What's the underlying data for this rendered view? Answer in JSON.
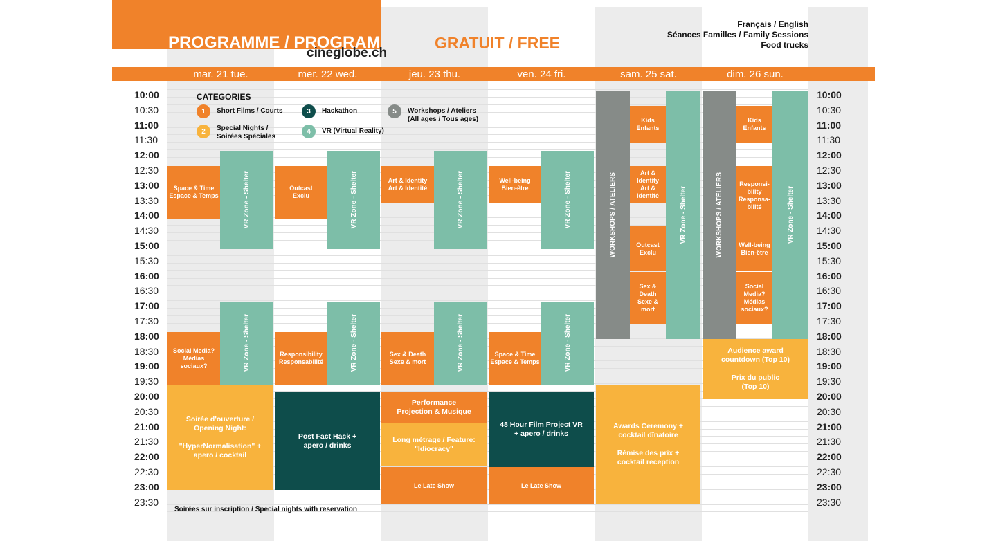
{
  "header": {
    "title": "PROGRAMME / PROGRAM",
    "website": "cineglobe.ch",
    "free": "GRATUIT / FREE",
    "info": [
      "Français / English",
      "Séances Familles / Family Sessions",
      "Food trucks"
    ]
  },
  "days": [
    "mar. 21 tue.",
    "mer. 22 wed.",
    "jeu. 23 thu.",
    "ven. 24 fri.",
    "sam. 25 sat.",
    "dim. 26 sun."
  ],
  "times": [
    "10:00",
    "10:30",
    "11:00",
    "11:30",
    "12:00",
    "12:30",
    "13:00",
    "13:30",
    "14:00",
    "14:30",
    "15:00",
    "15:30",
    "16:00",
    "16:30",
    "17:00",
    "17:30",
    "18:00",
    "18:30",
    "19:00",
    "19:30",
    "20:00",
    "20:30",
    "21:00",
    "21:30",
    "22:00",
    "22:30",
    "23:00",
    "23:30"
  ],
  "categories": {
    "title": "CATEGORIES",
    "items": [
      {
        "num": "1",
        "label": "Short Films / Courts",
        "color": "#f0822a"
      },
      {
        "num": "2",
        "label": "Special Nights /\nSoirées Spéciales",
        "color": "#f8b33d"
      },
      {
        "num": "3",
        "label": "Hackathon",
        "color": "#0e4d4b"
      },
      {
        "num": "4",
        "label": "VR (Virtual Reality)",
        "color": "#7dbea8"
      },
      {
        "num": "5",
        "label": "Workshops / Ateliers\n(All ages / Tous ages)",
        "color": "#868b88"
      }
    ]
  },
  "events": {
    "tue": {
      "short1": "Space & Time\nEspace & Temps",
      "vr1": "VR Zone - Shelter",
      "short2": "Social Media?\nMédias sociaux?",
      "vr2": "VR Zone - Shelter",
      "special": "Soirée d'ouverture /\nOpening Night:\n\n\"HyperNormalisation\" +\napero / cocktail"
    },
    "wed": {
      "short1": "Outcast\nExclu",
      "vr1": "VR Zone - Shelter",
      "short2": "Responsibility\nResponsabilité",
      "vr2": "VR Zone - Shelter",
      "hack": "Post Fact Hack +\napero / drinks"
    },
    "thu": {
      "short1": "Art & Identity\nArt & Identité",
      "vr1": "VR Zone - Shelter",
      "short2": "Sex & Death\nSexe & mort",
      "vr2": "VR Zone - Shelter",
      "perf": "Performance\nProjection & Musique",
      "feature": "Long métrage / Feature:\n\"Idiocracy\"",
      "late": "Le Late Show"
    },
    "fri": {
      "short1": "Well-being\nBien-être",
      "vr1": "VR Zone - Shelter",
      "short2": "Space & Time\nEspace & Temps",
      "vr2": "VR Zone - Shelter",
      "hack": "48 Hour Film Project VR\n+ apero / drinks",
      "late": "Le Late Show"
    },
    "sat": {
      "workshop": "WORKSHOPS / ATELIERS",
      "kids": "Kids\nEnfants",
      "art": "Art &\nIdentity\nArt &\nIdentité",
      "outcast": "Outcast\nExclu",
      "sex": "Sex & Death\nSexe & mort",
      "vr": "VR Zone - Shelter",
      "awards": "Awards Ceremony +\ncocktail dînatoire\n\nRémise des prix +\ncocktail reception"
    },
    "sun": {
      "workshop": "WORKSHOPS / ATELIERS",
      "kids": "Kids\nEnfants",
      "resp": "Responsi-\nbility\nResponsa-\nbilité",
      "well": "Well-being\nBien-être",
      "social": "Social\nMedia?\nMédias\nsociaux?",
      "vr": "VR Zone - Shelter",
      "audience": "Audience award\ncountdown (Top 10)\n\nPrix du public\n(Top 10)"
    }
  },
  "footnote": "Soirées sur inscription / Special nights with reservation"
}
